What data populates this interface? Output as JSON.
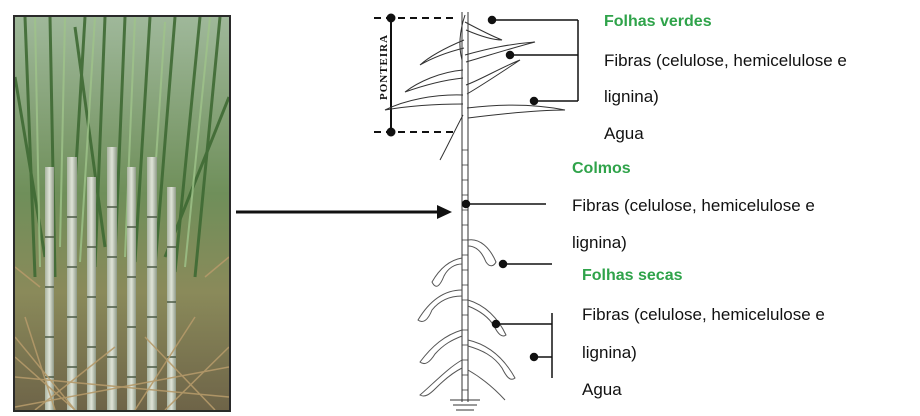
{
  "diagram": {
    "ponteira_label": "PONTEIRA",
    "sections": {
      "folhas_verdes": {
        "heading": "Folhas verdes",
        "line1": "Fibras (celulose, hemicelulose e",
        "line2": "lignina)",
        "line3": "Agua"
      },
      "colmos": {
        "heading": "Colmos",
        "line1": "Fibras (celulose, hemicelulose e",
        "line2": "lignina)"
      },
      "folhas_secas": {
        "heading": "Folhas secas",
        "line1": "Fibras (celulose, hemicelulose e",
        "line2": "lignina)",
        "line3": "Agua"
      }
    },
    "colors": {
      "heading": "#2fa34a",
      "line": "#111111",
      "photo_border": "#2a2a2a"
    }
  }
}
